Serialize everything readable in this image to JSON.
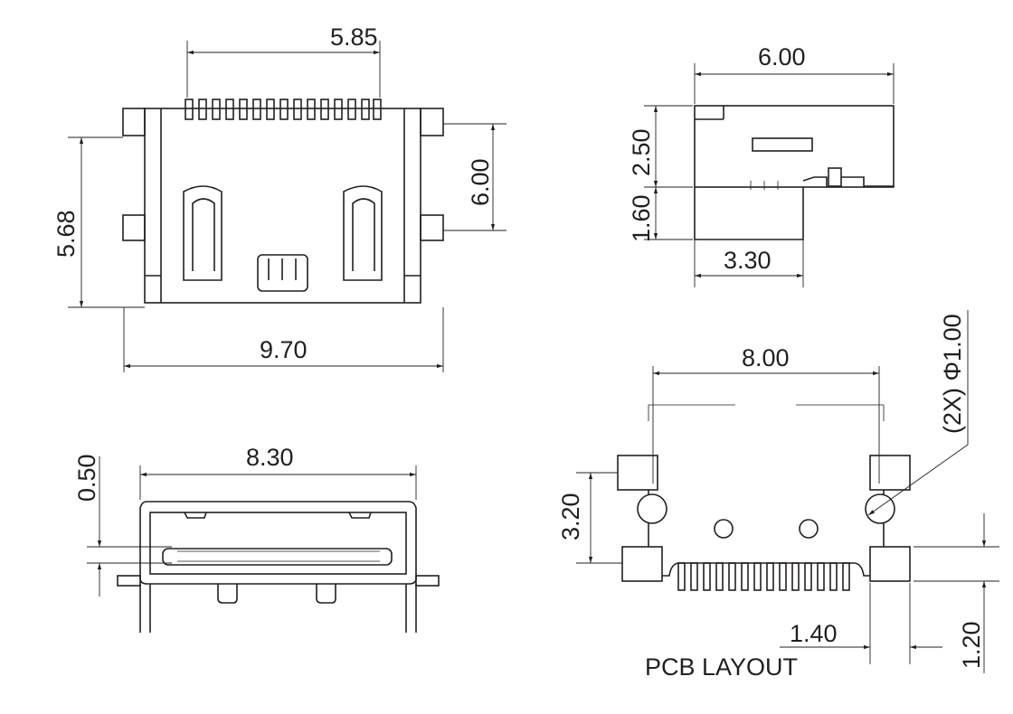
{
  "top_view": {
    "width_pins": "5.85",
    "height": "5.68",
    "pitch_height": "6.00",
    "overall_width": "9.70"
  },
  "side_view": {
    "length": "6.00",
    "upper_height": "2.50",
    "lower_height": "1.60",
    "depth": "3.30"
  },
  "front_view": {
    "width": "8.30",
    "offset": "0.50"
  },
  "pcb_layout": {
    "title": "PCB LAYOUT",
    "span": "8.00",
    "hole_note": "(2X) Φ1.00",
    "pad_pitch": "3.20",
    "pad_width": "1.40",
    "pad_height": "1.20"
  },
  "colors": {
    "line": "#231f20",
    "background": "#ffffff"
  }
}
